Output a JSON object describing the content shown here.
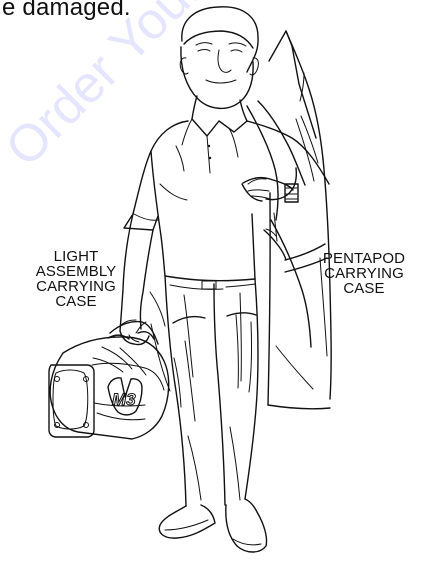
{
  "document": {
    "top_text": "e damaged.",
    "left_label_lines": [
      "LIGHT",
      "ASSEMBLY",
      "CARRYING",
      "CASE"
    ],
    "right_label_lines": [
      "PENTAPOD",
      "CARRYING",
      "CASE"
    ],
    "watermark_text": "Order Your Parts"
  },
  "illustration": {
    "subject": "man-carrying-two-cases",
    "bag_marking": "M3"
  }
}
